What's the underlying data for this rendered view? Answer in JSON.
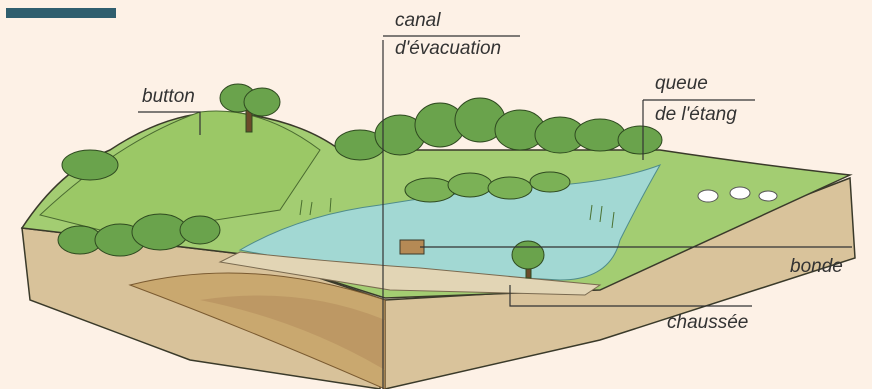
{
  "labels": {
    "canal_line1": "canal",
    "canal_line2": "d'évacuation",
    "button": "button",
    "queue_line1": "queue",
    "queue_line2": "de l'étang",
    "bonde": "bonde",
    "chaussee": "chaussée"
  },
  "colors": {
    "background": "#fdf1e6",
    "grass": "#9cc96a",
    "grass_dark": "#6f9e45",
    "water": "#9fd8d4",
    "soil": "#d8c29a",
    "soil_dark": "#b89a6c",
    "trees": "#5f9a45",
    "outline": "#3a3a2a",
    "corner_bar": "#2f5e6e"
  }
}
